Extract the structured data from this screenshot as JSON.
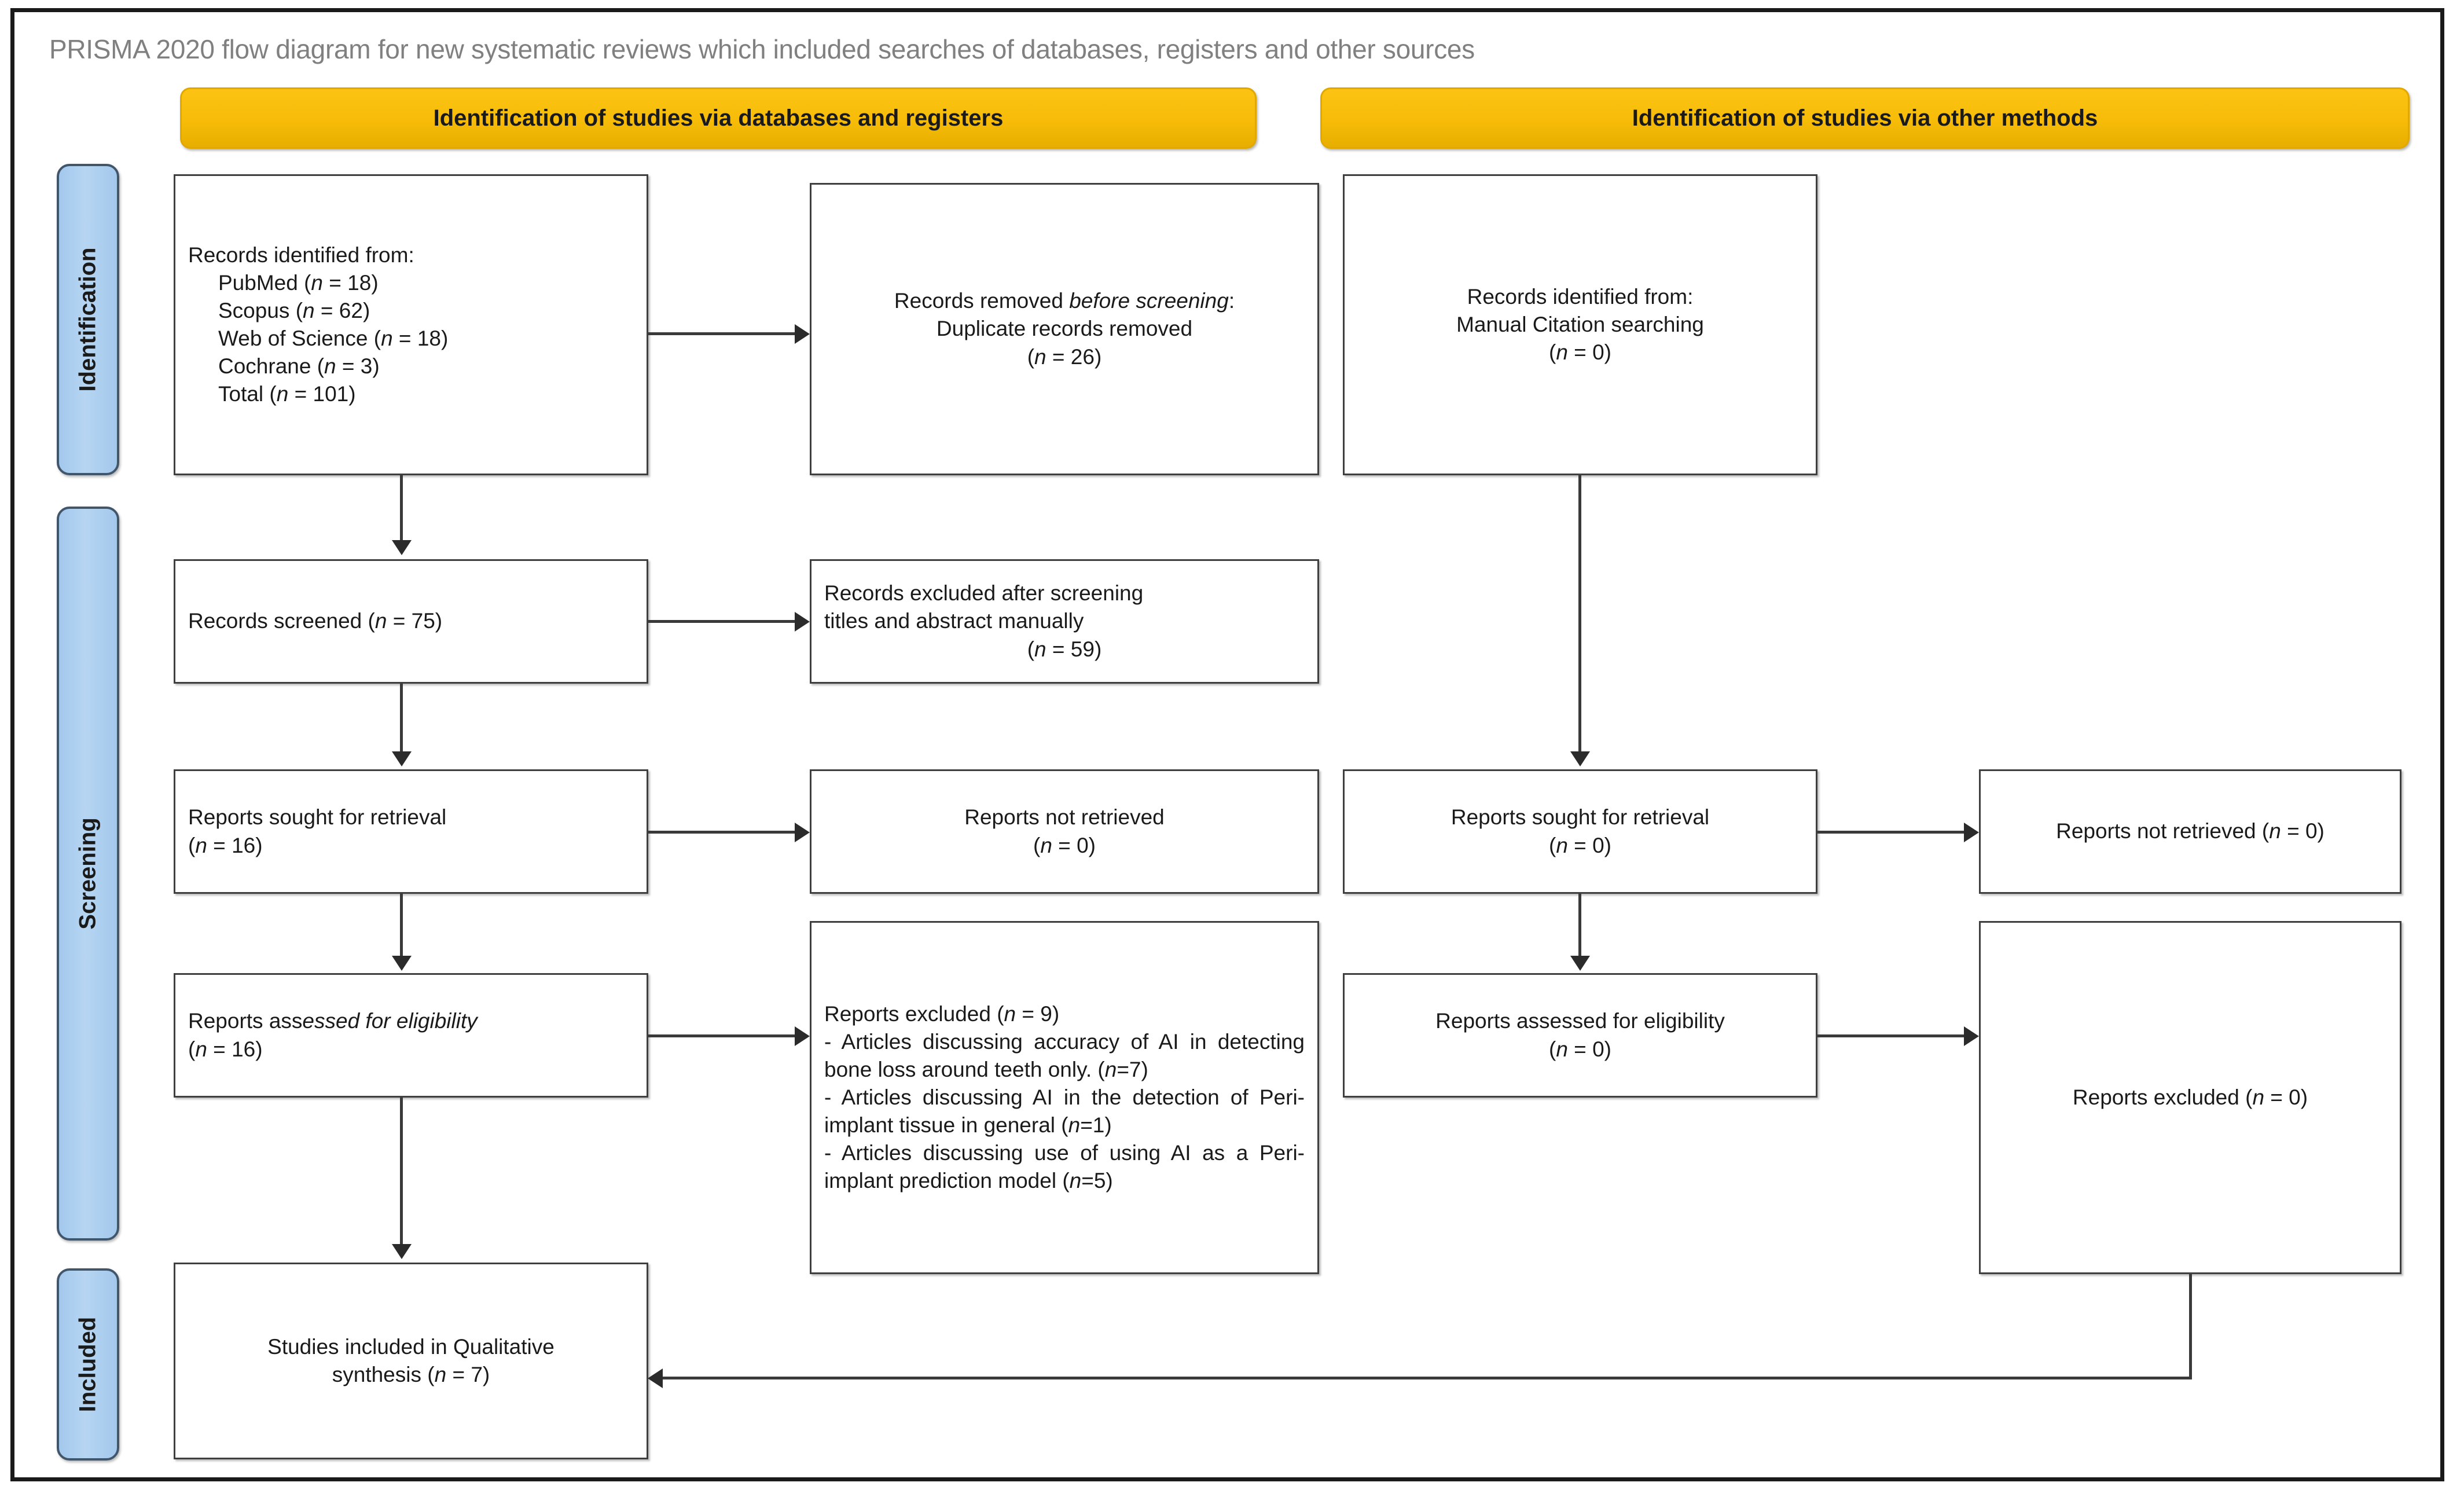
{
  "diagram": {
    "title": "PRISMA 2020 flow diagram for new systematic reviews which included searches of databases, registers and other sources",
    "stage_headers": {
      "databases": "Identification of studies via databases and registers",
      "other": "Identification of studies via other methods"
    },
    "phases": {
      "identification": "Identification",
      "screening": "Screening",
      "included": "Included"
    },
    "colors": {
      "stage_bar": "#f6bc08",
      "phase_label": "#a3c8ec",
      "phase_border": "#41556b",
      "box_border": "#3f3f3f",
      "title_text": "#808080",
      "frame": "#1a1a1a"
    }
  },
  "left_column": {
    "records_identified": {
      "heading": "Records identified from:",
      "sources": [
        {
          "name": "PubMed",
          "n": "18"
        },
        {
          "name": "Scopus",
          "n": "62"
        },
        {
          "name": "Web of Science",
          "n": "18"
        },
        {
          "name": "Cochrane",
          "n": "3"
        },
        {
          "name": "Total",
          "n": "101"
        }
      ]
    },
    "records_removed": {
      "line1_plain": "Records removed ",
      "line1_italic": "before screening",
      "line1_tail": ":",
      "line2": "Duplicate records removed",
      "n_label": "(n = 26)"
    },
    "records_screened": {
      "text": "Records screened (n = 75)"
    },
    "records_excluded": {
      "line1": "Records excluded after screening",
      "line2": "titles and abstract manually",
      "n_label": "(n = 59)"
    },
    "reports_sought": {
      "line1": "Reports sought for retrieval",
      "n_label": "(n = 16)"
    },
    "reports_not_retrieved": {
      "line1": "Reports not retrieved",
      "n_label": "(n = 0)"
    },
    "reports_assessed": {
      "line1": "Reports assessed for eligibility",
      "n_label": "(n = 16)"
    },
    "reports_excluded": {
      "heading": "Reports excluded (n = 9)",
      "reasons": [
        "- Articles discussing accuracy of AI in detecting bone loss around teeth only. (n=7)",
        "- Articles discussing AI in the detection of Peri-implant tissue in general (n=1)",
        "- Articles discussing use of using AI as a Peri-implant prediction model (n=5)"
      ]
    },
    "studies_included": {
      "line1": "Studies included in Qualitative",
      "line2": "synthesis (n = 7)"
    }
  },
  "right_column": {
    "records_identified": {
      "line1": "Records identified from:",
      "line2": "Manual Citation searching",
      "n_label": "(n = 0)"
    },
    "reports_sought": {
      "line1": "Reports sought for retrieval",
      "n_label": "(n = 0)"
    },
    "reports_not_retrieved": {
      "text": "Reports not retrieved (n = 0)"
    },
    "reports_assessed": {
      "line1": "Reports assessed for eligibility",
      "n_label": "(n = 0)"
    },
    "reports_excluded": {
      "text": "Reports excluded (n = 0)"
    }
  }
}
